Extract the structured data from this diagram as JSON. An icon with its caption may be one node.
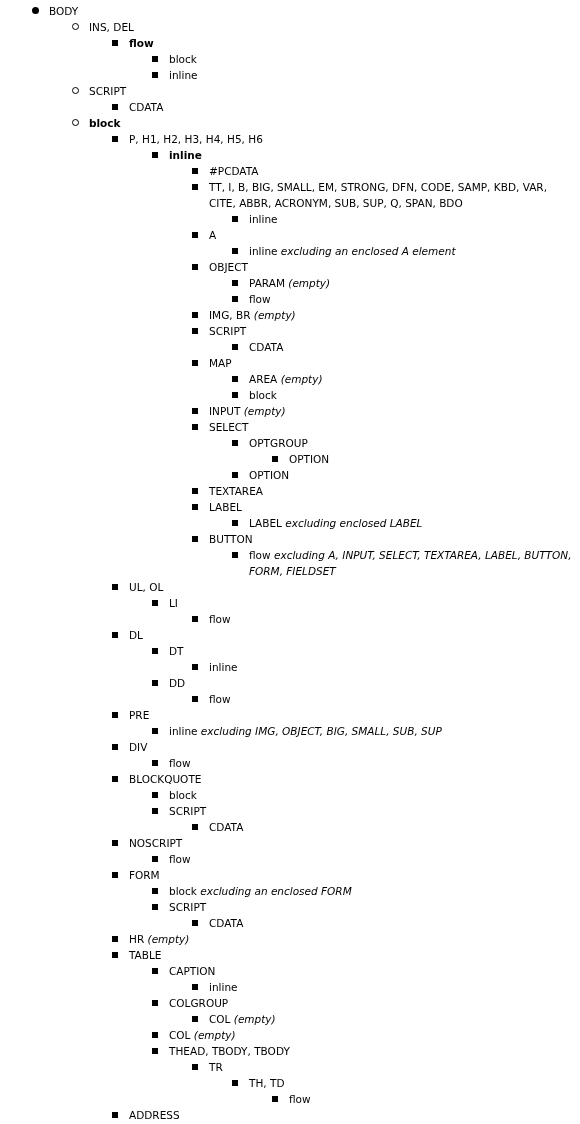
{
  "diagram": {
    "nodes": [
      {
        "text": [
          "BODY"
        ]
      },
      {
        "text": [
          "INS, DEL"
        ]
      },
      {
        "text": [
          "flow"
        ]
      },
      {
        "text": [
          "block"
        ]
      },
      {
        "text": [
          "inline"
        ]
      },
      {
        "text": [
          "SCRIPT"
        ]
      },
      {
        "text": [
          "CDATA"
        ]
      },
      {
        "text": [
          "block"
        ]
      },
      {
        "text": [
          "P, H1, H2, H3, H4, H5, H6"
        ]
      },
      {
        "text": [
          "inline"
        ]
      },
      {
        "text": [
          "#PCDATA"
        ]
      },
      {
        "text": [
          "TT, I, B, BIG, SMALL, EM, STRONG, DFN, CODE, SAMP, KBD, VAR, CITE, ABBR, ACRONYM, SUB, SUP, Q, SPAN, BDO"
        ]
      },
      {
        "text": [
          "inline"
        ]
      },
      {
        "text": [
          "A"
        ]
      },
      {
        "text": [
          "inline *excluding an enclosed A element*"
        ]
      },
      {
        "text": [
          "OBJECT"
        ]
      },
      {
        "text": [
          "PARAM *(empty)*"
        ]
      },
      {
        "text": [
          "flow"
        ]
      },
      {
        "text": [
          "IMG, BR *(empty)*"
        ]
      },
      {
        "text": [
          "SCRIPT"
        ]
      },
      {
        "text": [
          "CDATA"
        ]
      },
      {
        "text": [
          "MAP"
        ]
      },
      {
        "text": [
          "AREA *(empty)*"
        ]
      },
      {
        "text": [
          "block"
        ]
      },
      {
        "text": [
          "INPUT *(empty)*"
        ]
      },
      {
        "text": [
          "SELECT"
        ]
      },
      {
        "text": [
          "OPTGROUP"
        ]
      },
      {
        "text": [
          "OPTION"
        ]
      },
      {
        "text": [
          "OPTION"
        ]
      },
      {
        "text": [
          "TEXTAREA"
        ]
      },
      {
        "text": [
          "LABEL"
        ]
      },
      {
        "text": [
          "LABEL *excluding enclosed LABEL*"
        ]
      },
      {
        "text": [
          "BUTTON"
        ]
      },
      {
        "text": [
          "flow *excluding A, INPUT, SELECT, TEXTAREA, LABEL, BUTTON, FORM, FIELDSET*"
        ]
      },
      {
        "text": [
          "UL, OL"
        ]
      },
      {
        "text": [
          "LI"
        ]
      },
      {
        "text": [
          "flow"
        ]
      },
      {
        "text": [
          "DL"
        ]
      },
      {
        "text": [
          "DT"
        ]
      },
      {
        "text": [
          "inline"
        ]
      },
      {
        "text": [
          "DD"
        ]
      },
      {
        "text": [
          "flow"
        ]
      },
      {
        "text": [
          "PRE"
        ]
      },
      {
        "text": [
          "inline *excluding IMG, OBJECT, BIG, SMALL, SUB, SUP*"
        ]
      },
      {
        "text": [
          "DIV"
        ]
      },
      {
        "text": [
          "flow"
        ]
      },
      {
        "text": [
          "BLOCKQUOTE"
        ]
      },
      {
        "text": [
          "block"
        ]
      },
      {
        "text": [
          "SCRIPT"
        ]
      },
      {
        "text": [
          "CDATA"
        ]
      },
      {
        "text": [
          "NOSCRIPT"
        ]
      },
      {
        "text": [
          "flow"
        ]
      },
      {
        "text": [
          "FORM"
        ]
      },
      {
        "text": [
          "block *excluding an enclosed FORM*"
        ]
      },
      {
        "text": [
          "SCRIPT"
        ]
      },
      {
        "text": [
          "CDATA"
        ]
      },
      {
        "text": [
          "HR *(empty)*"
        ]
      },
      {
        "text": [
          "TABLE"
        ]
      },
      {
        "text": [
          "CAPTION"
        ]
      },
      {
        "text": [
          "inline"
        ]
      },
      {
        "text": [
          "COLGROUP"
        ]
      },
      {
        "text": [
          "COL *(empty)*"
        ]
      },
      {
        "text": [
          "COL *(empty)*"
        ]
      },
      {
        "text": [
          "THEAD, TBODY, TBODY"
        ]
      },
      {
        "text": [
          "TR"
        ]
      },
      {
        "text": [
          "TH, TD"
        ]
      },
      {
        "text": [
          "flow"
        ]
      },
      {
        "text": [
          "ADDRESS"
        ]
      }
    ]
  }
}
